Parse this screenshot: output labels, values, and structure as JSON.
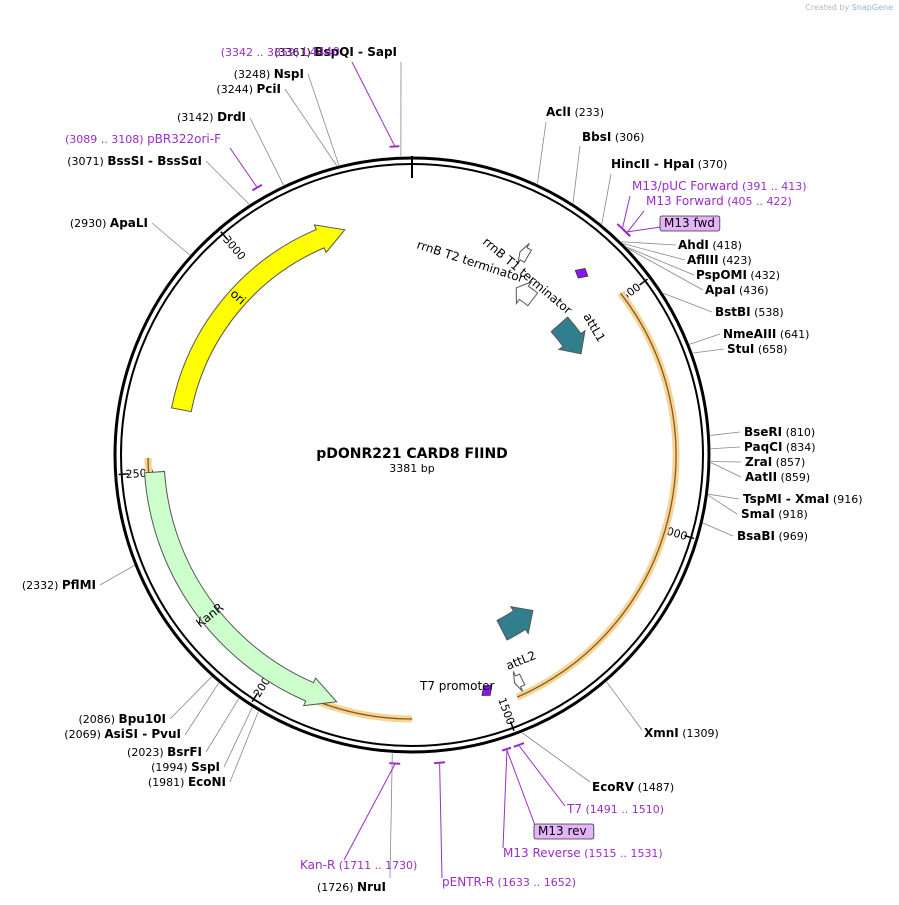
{
  "credit": {
    "prefix": "Created by",
    "brand": "SnapGene"
  },
  "plasmid": {
    "name": "pDONR221 CARD8 FIIND",
    "length": "3381 bp",
    "total": 3381
  },
  "enzymes": [
    {
      "name": "BspQI",
      "alt": "SapI",
      "pos": "(3361)",
      "site": 3361
    },
    {
      "name": "AclI",
      "pos": "(233)",
      "site": 233
    },
    {
      "name": "BbsI",
      "pos": "(306)",
      "site": 306
    },
    {
      "name": "HincII",
      "alt": "HpaI",
      "pos": "(370)",
      "site": 370
    },
    {
      "name": "AhdI",
      "pos": "(418)",
      "site": 418
    },
    {
      "name": "AflIII",
      "pos": "(423)",
      "site": 423
    },
    {
      "name": "PspOMI",
      "pos": "(432)",
      "site": 432
    },
    {
      "name": "ApaI",
      "pos": "(436)",
      "site": 436
    },
    {
      "name": "BstBI",
      "pos": "(538)",
      "site": 538
    },
    {
      "name": "NmeAIII",
      "pos": "(641)",
      "site": 641
    },
    {
      "name": "StuI",
      "pos": "(658)",
      "site": 658
    },
    {
      "name": "BseRI",
      "pos": "(810)",
      "site": 810
    },
    {
      "name": "PaqCI",
      "pos": "(834)",
      "site": 834
    },
    {
      "name": "ZraI",
      "pos": "(857)",
      "site": 857
    },
    {
      "name": "AatII",
      "pos": "(859)",
      "site": 859
    },
    {
      "name": "TspMI",
      "alt": "XmaI",
      "pos": "(916)",
      "site": 916
    },
    {
      "name": "SmaI",
      "pos": "(918)",
      "site": 918
    },
    {
      "name": "BsaBI",
      "pos": "(969)",
      "site": 969
    },
    {
      "name": "XmnI",
      "pos": "(1309)",
      "site": 1309
    },
    {
      "name": "EcoRV",
      "pos": "(1487)",
      "site": 1487
    },
    {
      "name": "NruI",
      "pos": "(1726)",
      "site": 1726
    },
    {
      "name": "EcoNI",
      "pos": "(1981)",
      "site": 1981
    },
    {
      "name": "SspI",
      "pos": "(1994)",
      "site": 1994
    },
    {
      "name": "BsrFI",
      "pos": "(2023)",
      "site": 2023
    },
    {
      "name": "AsiSI",
      "alt": "PvuI",
      "pos": "(2069)",
      "site": 2069
    },
    {
      "name": "Bpu10I",
      "pos": "(2086)",
      "site": 2086
    },
    {
      "name": "PflMI",
      "pos": "(2332)",
      "site": 2332
    },
    {
      "name": "ApaLI",
      "pos": "(2930)",
      "site": 2930
    },
    {
      "name": "BssSI",
      "alt": "BssSαI",
      "pos": "(3071)",
      "site": 3071
    },
    {
      "name": "DrdI",
      "pos": "(3142)",
      "site": 3142
    },
    {
      "name": "PciI",
      "pos": "(3244)",
      "site": 3244
    },
    {
      "name": "NspI",
      "pos": "(3248)",
      "site": 3248
    }
  ],
  "primers": [
    {
      "name": "L4440",
      "pos": "(3342 .. 3359)",
      "start": 3342,
      "end": 3359
    },
    {
      "name": "pBR322ori-F",
      "pos": "(3089 .. 3108)",
      "start": 3089,
      "end": 3108
    },
    {
      "name": "M13/pUC Forward",
      "pos": "(391 .. 413)",
      "start": 391,
      "end": 413
    },
    {
      "name": "M13 Forward",
      "pos": "(405 .. 422)",
      "start": 405,
      "end": 422
    },
    {
      "name": "M13 fwd",
      "boxed": true,
      "start": 405,
      "end": 421
    },
    {
      "name": "T7",
      "pos": "(1491 .. 1510)",
      "start": 1491,
      "end": 1510
    },
    {
      "name": "M13 rev",
      "boxed": true,
      "start": 1515,
      "end": 1531
    },
    {
      "name": "M13 Reverse",
      "pos": "(1515 .. 1531)",
      "start": 1515,
      "end": 1531
    },
    {
      "name": "pENTR-R",
      "pos": "(1633 .. 1652)",
      "start": 1633,
      "end": 1652
    },
    {
      "name": "Kan-R",
      "pos": "(1711 .. 1730)",
      "start": 1711,
      "end": 1730
    }
  ],
  "features": [
    {
      "name": "ori",
      "color": "#ffff00",
      "start": 2640,
      "end": 3225,
      "dir": "cw",
      "label_mode": "inside"
    },
    {
      "name": "KanR",
      "color": "#ccffcc",
      "start": 1850,
      "end": 2500,
      "dir": "ccw",
      "label_mode": "inside"
    },
    {
      "name": "attL1",
      "color": "#317e8c",
      "start": 455,
      "end": 555,
      "dir": "cw",
      "label_mode": "curved"
    },
    {
      "name": "attL2",
      "color": "#317e8c",
      "start": 1335,
      "end": 1435,
      "dir": "ccw",
      "label_mode": "curved"
    },
    {
      "name": "rrnB T1 terminator",
      "color": "#ffffff",
      "start": 300,
      "end": 355,
      "dir": "ccw",
      "label_mode": "curved"
    },
    {
      "name": "rrnB T2 terminator",
      "color": "#ffffff",
      "start": 263,
      "end": 284,
      "dir": "ccw",
      "label_mode": "curved"
    },
    {
      "name": "T7 promoter",
      "color": "#ffffff",
      "start": 1445,
      "end": 1463,
      "dir": "cw",
      "label_mode": "flat"
    }
  ],
  "tick_marks": [
    {
      "label": "500",
      "site": 500
    },
    {
      "label": "1000",
      "site": 1000
    },
    {
      "label": "1500",
      "site": 1500
    },
    {
      "label": "2000",
      "site": 2000
    },
    {
      "label": "2500",
      "site": 2500
    },
    {
      "label": "3000",
      "site": 3000
    }
  ],
  "colors": {
    "primer": "#9b2cc8",
    "primer_box": "#e5b4f8",
    "insert_highlight": "#f5d49a",
    "insert_line": "#8b5a10",
    "backbone": "#000000",
    "promoter_mark": "#9013fe"
  }
}
